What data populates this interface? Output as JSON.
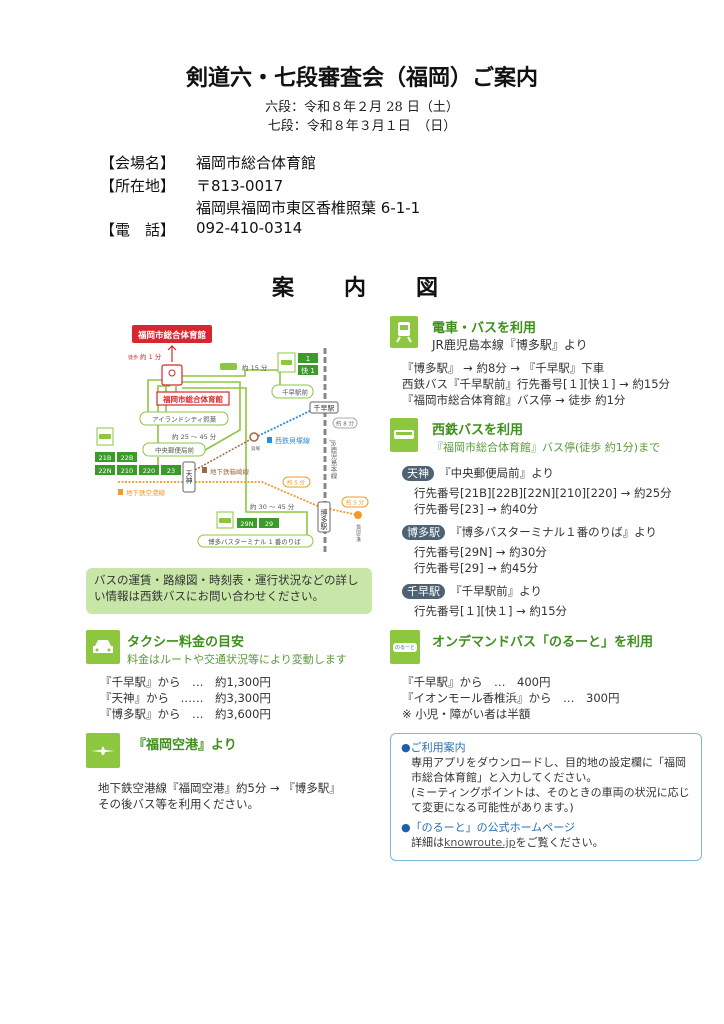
{
  "header": {
    "title": "剣道六・七段審査会（福岡）ご案内",
    "date6": "六段：令和８年２月 28 日（土）",
    "date7": "七段：令和８年３月１日　（日）"
  },
  "venue": {
    "name_label": "【会場名】",
    "name": "福岡市総合体育館",
    "address_label": "【所在地】",
    "postal": "〒813-0017",
    "address": "福岡県福岡市東区香椎照葉 6-1-1",
    "phone_label": "【電　話】",
    "phone": "092-410-0314"
  },
  "map_title": "案　内　図",
  "map": {
    "dest": "福岡市総合体育館",
    "walk_small": "徒歩",
    "walk": "約 1 分",
    "stop_label": "福岡市総合体育館",
    "route15": "約 15 分",
    "bus1": "1",
    "bus_kai1": "快 1",
    "chihaya_mae": "千早駅前",
    "chihaya": "千早駅",
    "island_city": "アイランドシティ照葉",
    "min8": "約 8 分",
    "route25_45": "約 25 〜 45 分",
    "kaizuka_station": "貝塚",
    "kaizuka_line": "西鉄貝塚線",
    "jr_line": "JR鹿児島本線",
    "chuo": "中央郵便局前",
    "buses_tenjin": [
      "21B",
      "22B",
      "22N",
      "210",
      "220",
      "23"
    ],
    "tenjin": "天神",
    "hakozaki": "地下鉄箱崎線",
    "airport_line": "地下鉄空港線",
    "min5a": "約 5 分",
    "min5b": "約 5 分",
    "hakata": "博多駅",
    "airport": "福岡空港",
    "route30_45": "約 30 〜 45 分",
    "buses_hakata": [
      "29N",
      "29"
    ],
    "hakata_terminal": "博多バスターミナル 1 番のりば"
  },
  "note": "バスの運賃・路線図・時刻表・運行状況などの詳しい情報は西鉄バスにお問い合わせください。",
  "taxi": {
    "title": "タクシー料金の目安",
    "subtitle": "料金はルートや交通状況等により変動します",
    "lines": [
      "『千早駅』から　…　約1,300円",
      "『天神』から　……　約3,300円",
      "『博多駅』から　…　約3,600円"
    ]
  },
  "airport_sec": {
    "title": "『福岡空港』より",
    "lines": [
      "地下鉄空港線『福岡空港』約5分 → 『博多駅』",
      "その後バス等を利用ください。"
    ]
  },
  "train": {
    "title": "電車・バスを利用",
    "subtitle": "JR鹿児島本線『博多駅』より",
    "lines": [
      "『博多駅』 → 約8分 → 『千早駅』下車",
      "西鉄バス『千早駅前』行先番号[１][快１] → 約15分",
      "『福岡市総合体育館』バス停 → 徒歩 約1分"
    ]
  },
  "nishitetsu": {
    "title": "西鉄バスを利用",
    "subtitle": "『福岡市総合体育館』バス停(徒歩 約1分)まで",
    "groups": [
      {
        "pill": "天神",
        "from": "『中央郵便局前』より",
        "lines": [
          "行先番号[21B][22B][22N][210][220] → 約25分",
          "行先番号[23] → 約40分"
        ]
      },
      {
        "pill": "博多駅",
        "from": "『博多バスターミナル１番のりば』より",
        "lines": [
          "行先番号[29N] → 約30分",
          "行先番号[29] → 約45分"
        ]
      },
      {
        "pill": "千早駅",
        "from": "『千早駅前』より",
        "lines": [
          "行先番号[１][快１] → 約15分"
        ]
      }
    ]
  },
  "noruto": {
    "title": "オンデマンドバス「のるーと」を利用",
    "icon_text": "のるーと",
    "lines": [
      "『千早駅』から　…　400円",
      "『イオンモール香椎浜』から　…　300円",
      "※ 小児・障がい者は半額"
    ]
  },
  "info": {
    "head1": "ご利用案内",
    "body1": "専用アプリをダウンロードし、目的地の設定欄に「福岡市総合体育館」と入力してください。",
    "body1b": "(ミーティングポイントは、そのときの車両の状況に応じて変更になる可能性があります。)",
    "head2": "「のるーと」の公式ホームページ",
    "body2_pre": "詳細は",
    "link": "knowroute.jp",
    "body2_post": "をご覧ください。"
  },
  "colors": {
    "green": "#8dc63f",
    "dark_green": "#3f8f1c",
    "red": "#d7262e",
    "orange": "#f39a2b",
    "blue": "#2b8fd6",
    "brown": "#9b6a45",
    "bus_green": "#3a9a2a"
  }
}
